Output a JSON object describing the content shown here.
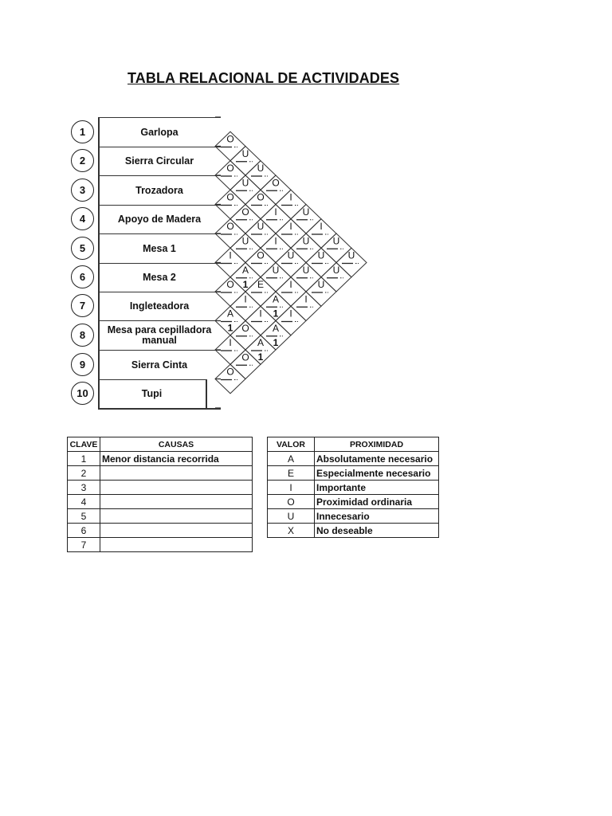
{
  "title": "TABLA RELACIONAL DE ACTIVIDADES",
  "activities": [
    {
      "num": "1",
      "name": "Garlopa"
    },
    {
      "num": "2",
      "name": "Sierra Circular"
    },
    {
      "num": "3",
      "name": "Trozadora"
    },
    {
      "num": "4",
      "name": "Apoyo de Madera"
    },
    {
      "num": "5",
      "name": "Mesa 1"
    },
    {
      "num": "6",
      "name": "Mesa 2"
    },
    {
      "num": "7",
      "name": "Ingleteadora"
    },
    {
      "num": "8",
      "name": "Mesa para cepilladora manual"
    },
    {
      "num": "9",
      "name": "Sierra Cinta"
    },
    {
      "num": "10",
      "name": "Tupi"
    }
  ],
  "relationships": [
    {
      "a": 1,
      "b": 2,
      "value": "O",
      "reason": ""
    },
    {
      "a": 1,
      "b": 3,
      "value": "U",
      "reason": ""
    },
    {
      "a": 1,
      "b": 4,
      "value": "U",
      "reason": ""
    },
    {
      "a": 1,
      "b": 5,
      "value": "O",
      "reason": ""
    },
    {
      "a": 1,
      "b": 6,
      "value": "I",
      "reason": ""
    },
    {
      "a": 1,
      "b": 7,
      "value": "U",
      "reason": ""
    },
    {
      "a": 1,
      "b": 8,
      "value": "I",
      "reason": ""
    },
    {
      "a": 1,
      "b": 9,
      "value": "U",
      "reason": ""
    },
    {
      "a": 1,
      "b": 10,
      "value": "U",
      "reason": ""
    },
    {
      "a": 2,
      "b": 3,
      "value": "O",
      "reason": ""
    },
    {
      "a": 2,
      "b": 4,
      "value": "U",
      "reason": ""
    },
    {
      "a": 2,
      "b": 5,
      "value": "O",
      "reason": ""
    },
    {
      "a": 2,
      "b": 6,
      "value": "I",
      "reason": ""
    },
    {
      "a": 2,
      "b": 7,
      "value": "I",
      "reason": ""
    },
    {
      "a": 2,
      "b": 8,
      "value": "U",
      "reason": ""
    },
    {
      "a": 2,
      "b": 9,
      "value": "U",
      "reason": ""
    },
    {
      "a": 2,
      "b": 10,
      "value": "U",
      "reason": ""
    },
    {
      "a": 3,
      "b": 4,
      "value": "O",
      "reason": ""
    },
    {
      "a": 3,
      "b": 5,
      "value": "O",
      "reason": ""
    },
    {
      "a": 3,
      "b": 6,
      "value": "U",
      "reason": ""
    },
    {
      "a": 3,
      "b": 7,
      "value": "I",
      "reason": ""
    },
    {
      "a": 3,
      "b": 8,
      "value": "U",
      "reason": ""
    },
    {
      "a": 3,
      "b": 9,
      "value": "U",
      "reason": ""
    },
    {
      "a": 3,
      "b": 10,
      "value": "U",
      "reason": ""
    },
    {
      "a": 4,
      "b": 5,
      "value": "O",
      "reason": ""
    },
    {
      "a": 4,
      "b": 6,
      "value": "U",
      "reason": ""
    },
    {
      "a": 4,
      "b": 7,
      "value": "O",
      "reason": ""
    },
    {
      "a": 4,
      "b": 8,
      "value": "U",
      "reason": ""
    },
    {
      "a": 4,
      "b": 9,
      "value": "I",
      "reason": ""
    },
    {
      "a": 4,
      "b": 10,
      "value": "I",
      "reason": ""
    },
    {
      "a": 5,
      "b": 6,
      "value": "I",
      "reason": ""
    },
    {
      "a": 5,
      "b": 7,
      "value": "A",
      "reason": "1"
    },
    {
      "a": 5,
      "b": 8,
      "value": "E",
      "reason": ""
    },
    {
      "a": 5,
      "b": 9,
      "value": "A",
      "reason": "1"
    },
    {
      "a": 5,
      "b": 10,
      "value": "I",
      "reason": ""
    },
    {
      "a": 6,
      "b": 7,
      "value": "O",
      "reason": ""
    },
    {
      "a": 6,
      "b": 8,
      "value": "I",
      "reason": ""
    },
    {
      "a": 6,
      "b": 9,
      "value": "I",
      "reason": ""
    },
    {
      "a": 6,
      "b": 10,
      "value": "A",
      "reason": "1"
    },
    {
      "a": 7,
      "b": 8,
      "value": "A",
      "reason": "1"
    },
    {
      "a": 7,
      "b": 9,
      "value": "O",
      "reason": ""
    },
    {
      "a": 7,
      "b": 10,
      "value": "A",
      "reason": "1"
    },
    {
      "a": 8,
      "b": 9,
      "value": "I",
      "reason": ""
    },
    {
      "a": 8,
      "b": 10,
      "value": "O",
      "reason": ""
    },
    {
      "a": 9,
      "b": 10,
      "value": "O",
      "reason": ""
    }
  ],
  "causes_table": {
    "headers": {
      "key": "CLAVE",
      "cause": "CAUSAS"
    },
    "rows": [
      {
        "key": "1",
        "cause": "Menor distancia recorrida"
      },
      {
        "key": "2",
        "cause": ""
      },
      {
        "key": "3",
        "cause": ""
      },
      {
        "key": "4",
        "cause": ""
      },
      {
        "key": "5",
        "cause": ""
      },
      {
        "key": "6",
        "cause": ""
      },
      {
        "key": "7",
        "cause": ""
      }
    ]
  },
  "proximity_table": {
    "headers": {
      "value": "VALOR",
      "proximity": "PROXIMIDAD"
    },
    "rows": [
      {
        "value": "A",
        "proximity": "Absolutamente necesario"
      },
      {
        "value": "E",
        "proximity": "Especialmente necesario"
      },
      {
        "value": "I",
        "proximity": "Importante"
      },
      {
        "value": "O",
        "proximity": "Proximidad ordinaria"
      },
      {
        "value": "U",
        "proximity": "Innecesario"
      },
      {
        "value": "X",
        "proximity": "No deseable"
      }
    ]
  }
}
